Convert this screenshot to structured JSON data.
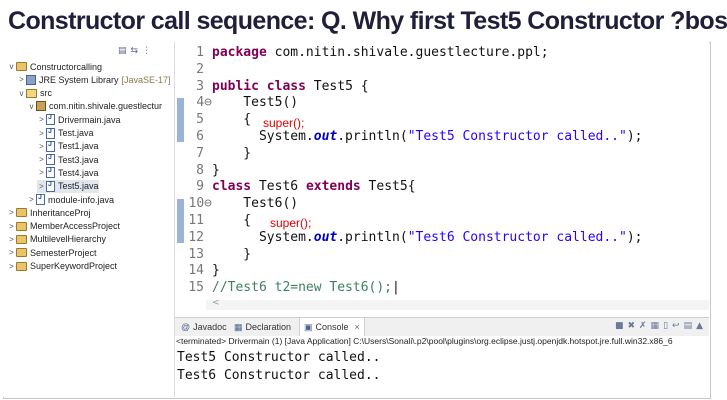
{
  "slide_title": "Constructor call sequence: Q. Why first Test5 Constructor ?bos",
  "explorer": {
    "toolbar_icons": [
      "collapse-all-icon",
      "link-editor-icon",
      "view-menu-icon"
    ],
    "items": [
      {
        "label": "Constructorcalling",
        "twisty": "v",
        "icon": "project-icon",
        "indent": 0
      },
      {
        "label": "JRE System Library",
        "note": "[JavaSE-17]",
        "twisty": ">",
        "icon": "library-icon",
        "indent": 1
      },
      {
        "label": "src",
        "twisty": "v",
        "icon": "source-folder-icon",
        "indent": 1
      },
      {
        "label": "com.nitin.shivale.guestlectur",
        "twisty": "v",
        "icon": "package-icon",
        "indent": 2
      },
      {
        "label": "Drivermain.java",
        "twisty": ">",
        "icon": "java-file-icon",
        "indent": 3
      },
      {
        "label": "Test.java",
        "twisty": ">",
        "icon": "java-file-icon",
        "indent": 3
      },
      {
        "label": "Test1.java",
        "twisty": ">",
        "icon": "java-file-icon",
        "indent": 3
      },
      {
        "label": "Test3.java",
        "twisty": ">",
        "icon": "java-file-icon",
        "indent": 3
      },
      {
        "label": "Test4.java",
        "twisty": ">",
        "icon": "java-file-icon",
        "indent": 3
      },
      {
        "label": "Test5.java",
        "twisty": ">",
        "icon": "java-file-icon",
        "indent": 3,
        "selected": true
      },
      {
        "label": "module-info.java",
        "twisty": ">",
        "icon": "java-file-icon",
        "indent": 2
      },
      {
        "label": "InheritanceProj",
        "twisty": ">",
        "icon": "project-icon",
        "indent": 0
      },
      {
        "label": "MemberAccessProject",
        "twisty": ">",
        "icon": "project-icon",
        "indent": 0
      },
      {
        "label": "MultilevelHierarchy",
        "twisty": ">",
        "icon": "project-icon",
        "indent": 0
      },
      {
        "label": "SemesterProject",
        "twisty": ">",
        "icon": "project-icon",
        "indent": 0
      },
      {
        "label": "SuperKeywordProject",
        "twisty": ">",
        "icon": "project-icon",
        "indent": 0
      }
    ]
  },
  "editor": {
    "lines": [
      {
        "n": "1",
        "fold": "",
        "tokens": [
          {
            "t": "kw",
            "s": "package"
          },
          {
            "t": "",
            "s": " com.nitin.shivale.guestlecture.ppl;"
          }
        ]
      },
      {
        "n": "2",
        "fold": "",
        "tokens": []
      },
      {
        "n": "3",
        "fold": "",
        "tokens": [
          {
            "t": "kw",
            "s": "public"
          },
          {
            "t": "",
            "s": " "
          },
          {
            "t": "kw",
            "s": "class"
          },
          {
            "t": "",
            "s": " Test5 {"
          }
        ]
      },
      {
        "n": "4",
        "fold": "⊖",
        "tokens": [
          {
            "t": "",
            "s": "    Test5()"
          }
        ]
      },
      {
        "n": "5",
        "fold": "",
        "tokens": [
          {
            "t": "",
            "s": "    {"
          }
        ]
      },
      {
        "n": "6",
        "fold": "",
        "tokens": [
          {
            "t": "",
            "s": "      System."
          },
          {
            "t": "field",
            "s": "out"
          },
          {
            "t": "",
            "s": ".println("
          },
          {
            "t": "str",
            "s": "\"Test5 Constructor called..\""
          },
          {
            "t": "",
            "s": ");"
          }
        ]
      },
      {
        "n": "7",
        "fold": "",
        "tokens": [
          {
            "t": "",
            "s": "    }"
          }
        ]
      },
      {
        "n": "8",
        "fold": "",
        "tokens": [
          {
            "t": "",
            "s": "}"
          }
        ]
      },
      {
        "n": "9",
        "fold": "",
        "tokens": [
          {
            "t": "kw",
            "s": "class"
          },
          {
            "t": "",
            "s": " Test6 "
          },
          {
            "t": "kw",
            "s": "extends"
          },
          {
            "t": "",
            "s": " Test5{"
          }
        ]
      },
      {
        "n": "10",
        "fold": "⊖",
        "tokens": [
          {
            "t": "",
            "s": "    Test6()"
          }
        ]
      },
      {
        "n": "11",
        "fold": "",
        "tokens": [
          {
            "t": "",
            "s": "    {"
          }
        ]
      },
      {
        "n": "12",
        "fold": "",
        "tokens": [
          {
            "t": "",
            "s": "      System."
          },
          {
            "t": "field",
            "s": "out"
          },
          {
            "t": "",
            "s": ".println("
          },
          {
            "t": "str",
            "s": "\"Test6 Constructor called..\""
          },
          {
            "t": "",
            "s": ");"
          }
        ]
      },
      {
        "n": "13",
        "fold": "",
        "tokens": [
          {
            "t": "",
            "s": "    }"
          }
        ]
      },
      {
        "n": "14",
        "fold": "",
        "tokens": [
          {
            "t": "",
            "s": "}"
          }
        ]
      },
      {
        "n": "15",
        "fold": "",
        "tokens": [
          {
            "t": "cm",
            "s": "//Test6 t2=new Test6();"
          },
          {
            "t": "",
            "s": "|"
          }
        ]
      }
    ],
    "annotations": [
      "super();",
      "super();"
    ],
    "scroll_hint": "<"
  },
  "console": {
    "tabs": [
      {
        "label": "Javadoc",
        "icon": "javadoc-icon"
      },
      {
        "label": "Declaration",
        "icon": "declaration-icon"
      },
      {
        "label": "Console",
        "icon": "console-icon",
        "close": "×"
      }
    ],
    "tool_icons": [
      "terminate-icon",
      "remove-launch-icon",
      "remove-all-icon",
      "scroll-lock-icon",
      "pin-icon",
      "word-wrap-icon",
      "display-console-icon",
      "open-console-icon"
    ],
    "terminated": "<terminated> Drivermain (1) [Java Application] C:\\Users\\Sonali\\.p2\\pool\\plugins\\org.eclipse.justj.openjdk.hotspot.jre.full.win32.x86_6",
    "output": [
      "Test5 Constructor called..",
      "Test6 Constructor called.."
    ]
  }
}
